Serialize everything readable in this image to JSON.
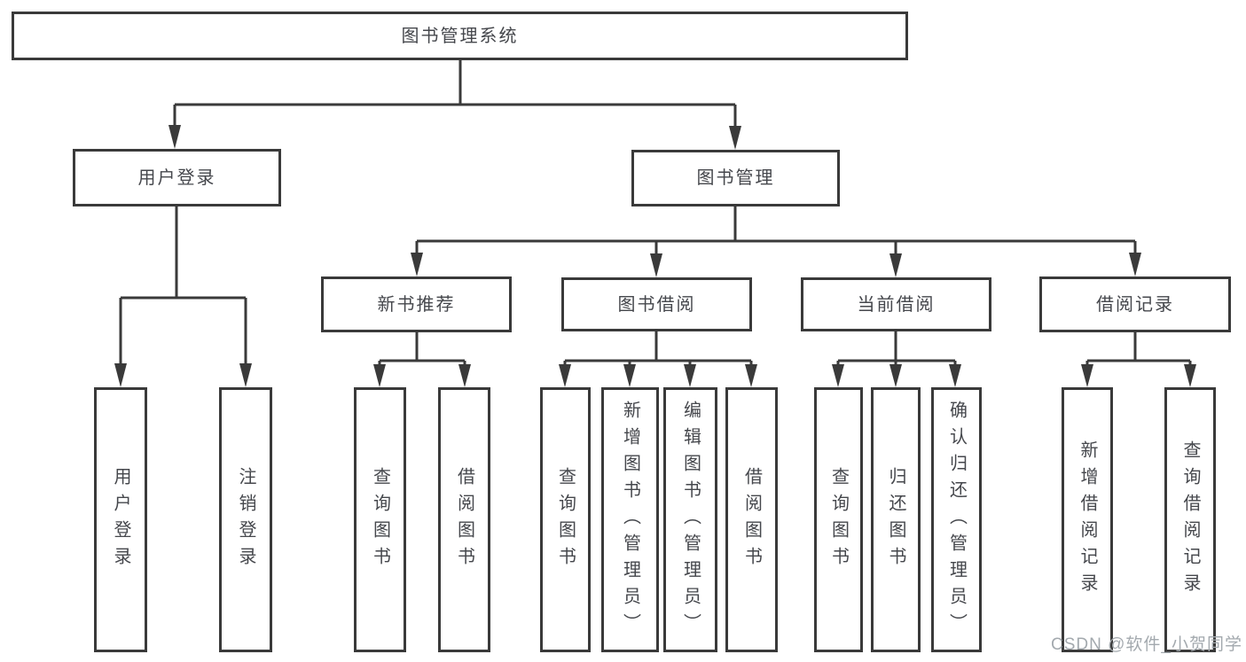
{
  "colors": {
    "line": "#3a3a3a",
    "node_background": "#ffffff",
    "node_text": "#45474c",
    "watermark_text": "#a3a9ae"
  },
  "tree": {
    "root": {
      "label": "图书管理系统"
    },
    "branches": [
      {
        "label": "用户登录",
        "children": [
          {
            "label": "用户登录"
          },
          {
            "label": "注销登录"
          }
        ]
      },
      {
        "label": "图书管理",
        "children": [
          {
            "label": "新书推荐",
            "children": [
              {
                "label": "查询图书"
              },
              {
                "label": "借阅图书"
              }
            ]
          },
          {
            "label": "图书借阅",
            "children": [
              {
                "label": "查询图书"
              },
              {
                "label": "新增图书（管理员）"
              },
              {
                "label": "编辑图书（管理员）"
              },
              {
                "label": "借阅图书"
              }
            ]
          },
          {
            "label": "当前借阅",
            "children": [
              {
                "label": "查询图书"
              },
              {
                "label": "归还图书"
              },
              {
                "label": "确认归还（管理员）"
              }
            ]
          },
          {
            "label": "借阅记录",
            "children": [
              {
                "label": "新增借阅记录"
              },
              {
                "label": "查询借阅记录"
              }
            ]
          }
        ]
      }
    ]
  },
  "watermark": {
    "text": "CSDN @软件_小贺同学"
  }
}
